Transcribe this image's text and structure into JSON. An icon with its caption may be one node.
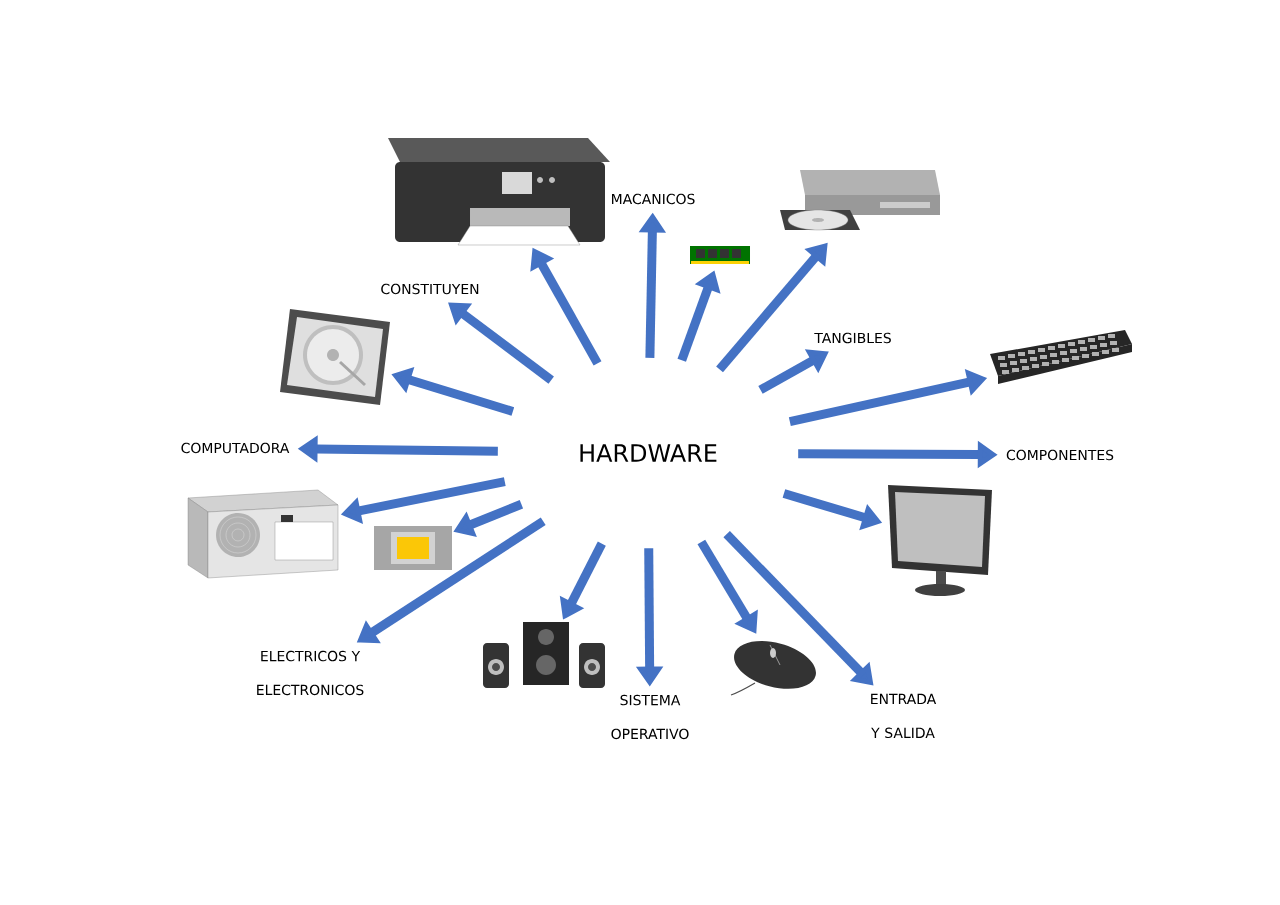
{
  "diagram": {
    "nodes": [
      {
        "text": [
          "HARDWARE"
        ]
      },
      {
        "text": [
          "CONSTITUYEN"
        ]
      },
      {
        "text": [],
        "shape": "picture"
      },
      {
        "text": [
          "MACANICOS"
        ]
      },
      {
        "text": [],
        "shape": "picture"
      },
      {
        "text": [],
        "shape": "picture"
      },
      {
        "text": [
          "TANGIBLES"
        ]
      },
      {
        "text": [],
        "shape": "picture"
      },
      {
        "text": [
          "COMPONENTES"
        ]
      },
      {
        "text": [],
        "shape": "picture"
      },
      {
        "text": [
          "ENTRADA Y SALIDA"
        ]
      },
      {
        "text": [],
        "shape": "picture"
      },
      {
        "text": [
          "SISTEMA OPERATIVO"
        ]
      },
      {
        "text": [],
        "shape": "picture"
      },
      {
        "text": [
          "ELECTRICOS Y ELECTRONICOS"
        ]
      },
      {
        "text": [],
        "shape": "picture"
      },
      {
        "text": [],
        "shape": "picture"
      },
      {
        "text": [
          "COMPUTADORA"
        ]
      },
      {
        "text": [],
        "shape": "picture"
      }
    ],
    "edges": [
      {
        "from": 0,
        "to": 1,
        "arrow": "to"
      },
      {
        "from": 0,
        "to": 2,
        "arrow": "to"
      },
      {
        "from": 0,
        "to": 3,
        "arrow": "to"
      },
      {
        "from": 0,
        "to": 4,
        "arrow": "to"
      },
      {
        "from": 0,
        "to": 5,
        "arrow": "to"
      },
      {
        "from": 0,
        "to": 6,
        "arrow": "to"
      },
      {
        "from": 0,
        "to": 7,
        "arrow": "to"
      },
      {
        "from": 0,
        "to": 8,
        "arrow": "to"
      },
      {
        "from": 0,
        "to": 9,
        "arrow": "to"
      },
      {
        "from": 0,
        "to": 10,
        "arrow": "to"
      },
      {
        "from": 0,
        "to": 11,
        "arrow": "to"
      },
      {
        "from": 0,
        "to": 12,
        "arrow": "to"
      },
      {
        "from": 0,
        "to": 13,
        "arrow": "to"
      },
      {
        "from": 0,
        "to": 14,
        "arrow": "to"
      },
      {
        "from": 0,
        "to": 15,
        "arrow": "to"
      },
      {
        "from": 0,
        "to": 16,
        "arrow": "to"
      },
      {
        "from": 0,
        "to": 17,
        "arrow": "to"
      },
      {
        "from": 0,
        "to": 18,
        "arrow": "to"
      }
    ]
  }
}
